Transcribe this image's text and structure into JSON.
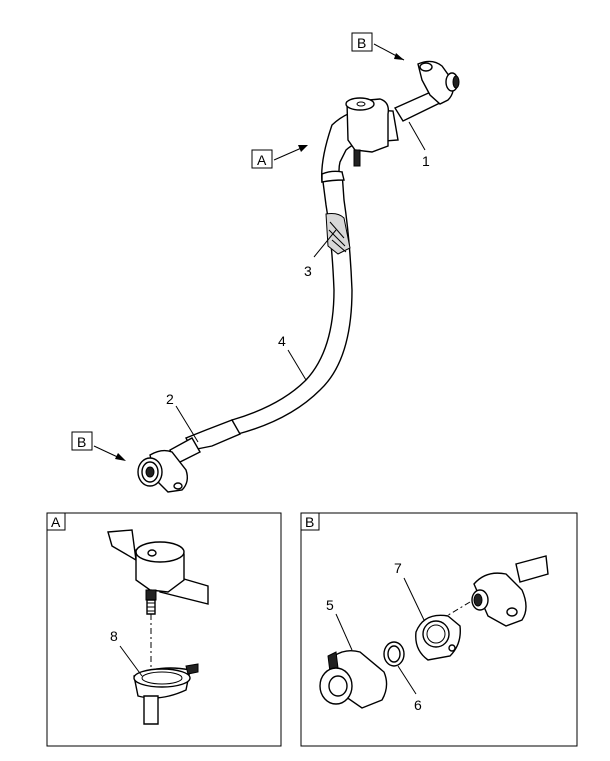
{
  "view_labels": {
    "b_top": "B",
    "a_main": "A",
    "b_left": "B",
    "a_panel": "A",
    "b_panel": "B"
  },
  "callouts": {
    "c1": "1",
    "c2": "2",
    "c3": "3",
    "c4": "4",
    "c5": "5",
    "c6": "6",
    "c7": "7",
    "c8": "8"
  }
}
